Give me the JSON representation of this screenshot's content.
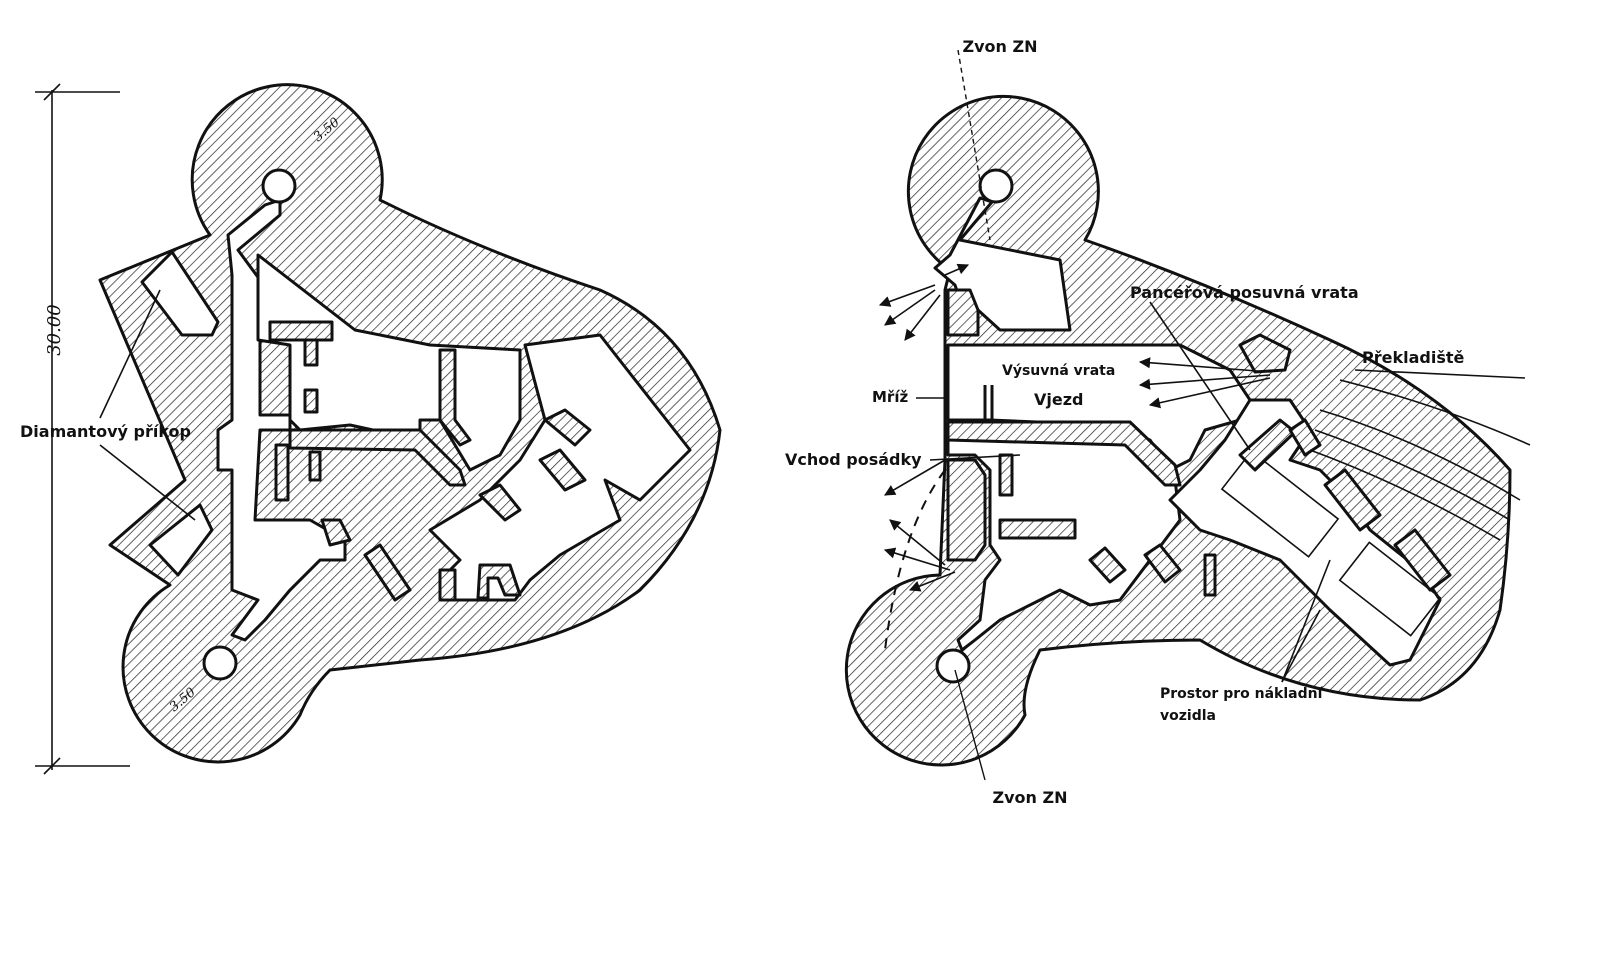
{
  "colors": {
    "ink": "#111111",
    "paper": "#ffffff"
  },
  "left_plan": {
    "dimension_total": "30.00",
    "dimension_top_radius": "3.50",
    "dimension_bottom_radius": "3.50",
    "label_ditch": "Diamantový příkop"
  },
  "right_plan": {
    "label_bell_top": "Zvon ZN",
    "label_bell_bottom": "Zvon ZN",
    "label_armored_gate": "Pancéřová posuvná vrata",
    "label_transfer": "Překladiště",
    "label_sliding_gate": "Výsuvná vrata",
    "label_grille": "Mříž",
    "label_entry": "Vjezd",
    "label_crew_entrance": "Vchod posádky",
    "label_truck_space_line1": "Prostor pro nákladní",
    "label_truck_space_line2": "vozidla"
  }
}
